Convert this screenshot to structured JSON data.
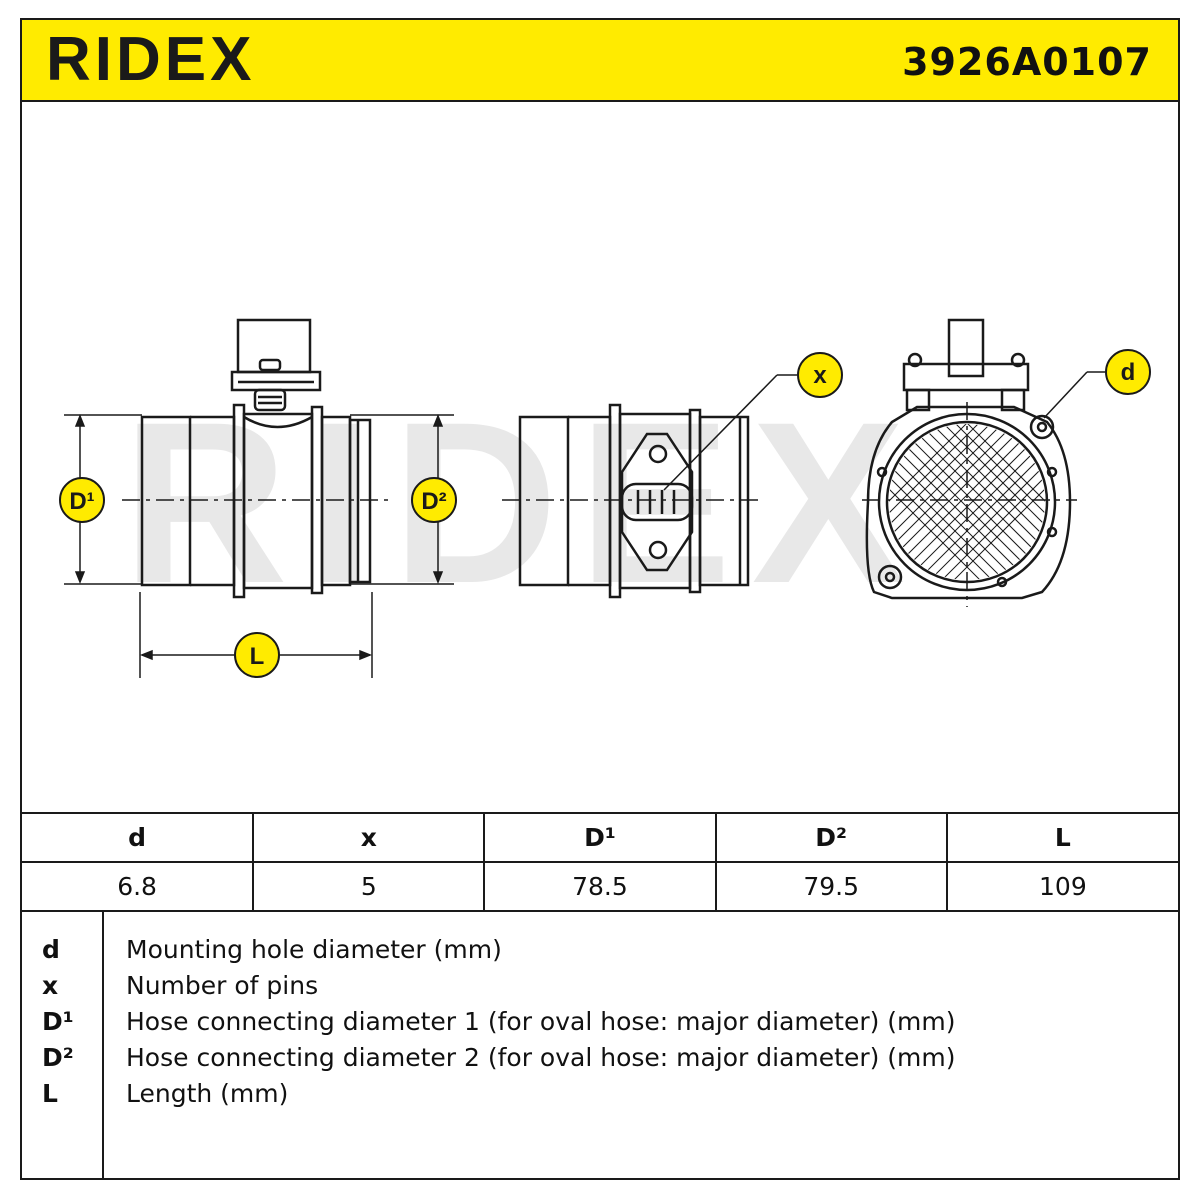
{
  "header": {
    "brand": "RIDEX",
    "part_number": "3926A0107",
    "brand_color": "#1a1a1a",
    "background_color": "#ffeb00"
  },
  "drawing": {
    "watermark": "RIDEX",
    "callouts": {
      "d1": "D¹",
      "d2": "D²",
      "l": "L",
      "x": "x",
      "d": "d"
    },
    "callout_color": "#ffeb00"
  },
  "spec_table": {
    "columns": [
      "d",
      "x",
      "D¹",
      "D²",
      "L"
    ],
    "values": [
      "6.8",
      "5",
      "78.5",
      "79.5",
      "109"
    ]
  },
  "legend": [
    {
      "symbol": "d",
      "description": "Mounting hole diameter (mm)"
    },
    {
      "symbol": "x",
      "description": "Number of pins"
    },
    {
      "symbol": "D¹",
      "description": "Hose connecting diameter 1 (for oval hose: major diameter) (mm)"
    },
    {
      "symbol": "D²",
      "description": "Hose connecting diameter 2 (for oval hose: major diameter) (mm)"
    },
    {
      "symbol": "L",
      "description": "Length (mm)"
    }
  ]
}
